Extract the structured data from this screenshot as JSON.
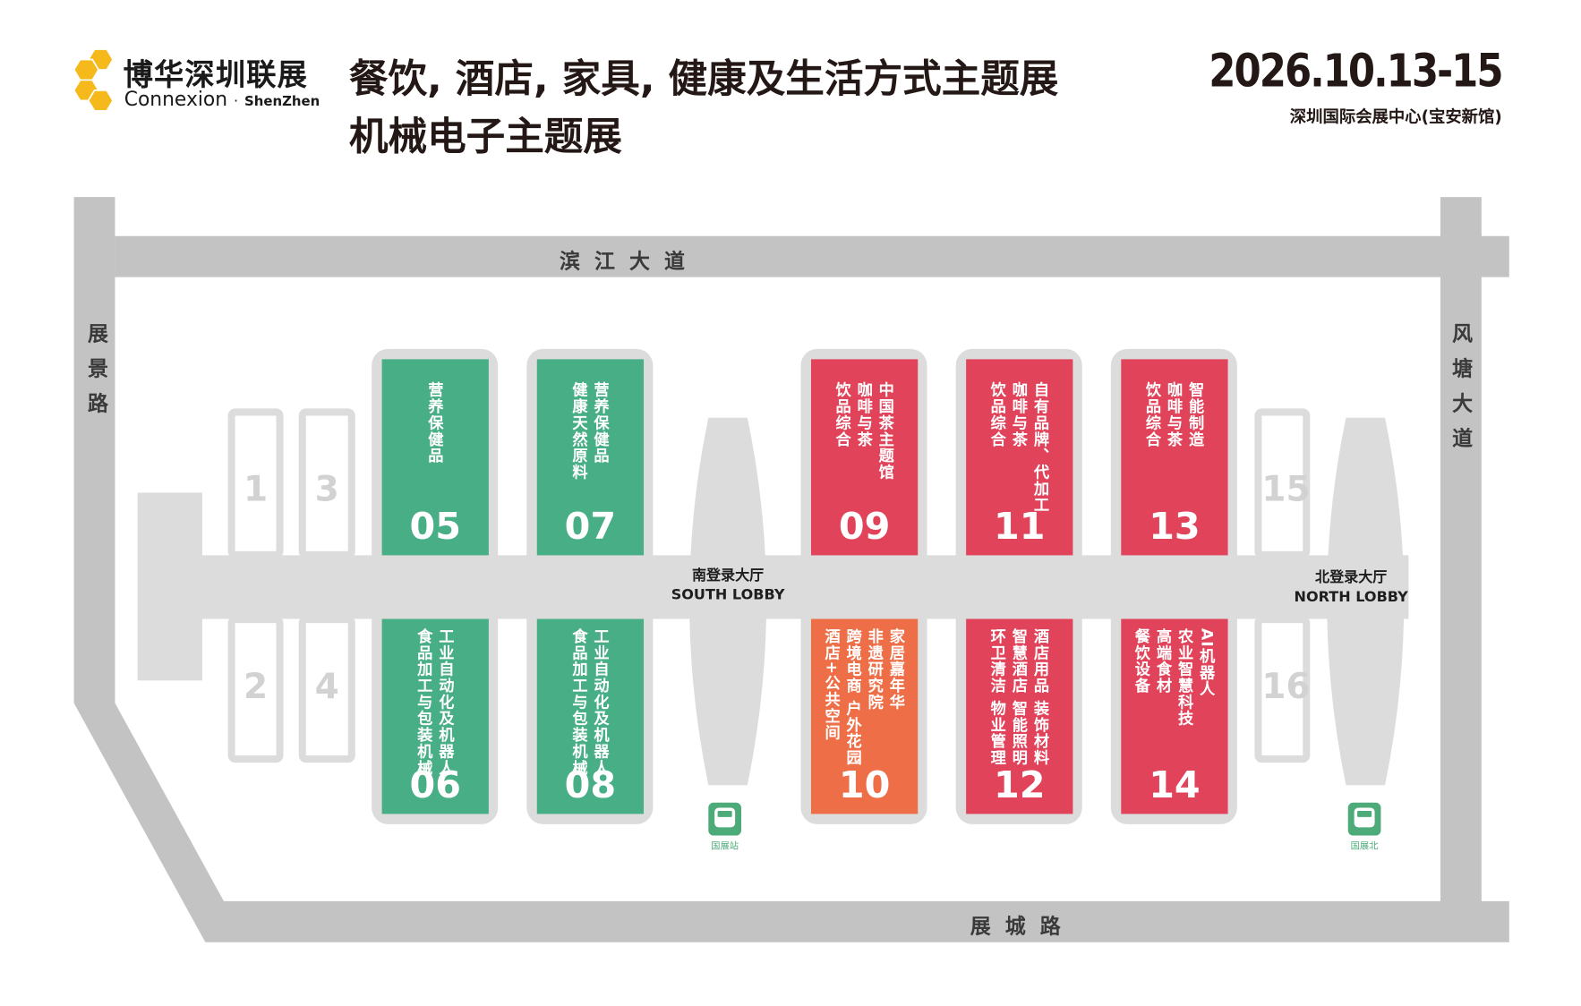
{
  "header": {
    "logo_cn": "博华深圳联展",
    "logo_en": "Connexion",
    "logo_sep": "·",
    "logo_city": "ShenZhen",
    "title_line1": "餐饮, 酒店, 家具, 健康及生活方式主题展",
    "title_line2": "机械电子主题展",
    "date": "2026.10.13-15",
    "venue": "深圳国际会展中心(宝安新馆)"
  },
  "roads": {
    "top": "滨江大道",
    "bottom": "展城路",
    "left": "展景路",
    "right": "风塘大道"
  },
  "lobbies": {
    "south_cn": "南登录大厅",
    "south_en": "SOUTH LOBBY",
    "north_cn": "北登录大厅",
    "north_en": "NORTH LOBBY"
  },
  "stations": {
    "south": "国展站",
    "north": "国展北"
  },
  "small_halls": [
    "1",
    "2",
    "3",
    "4",
    "15",
    "16"
  ],
  "colors": {
    "green": "#47ae86",
    "red": "#e0435a",
    "orange": "#ed6e47",
    "road": "#c3c3c3",
    "floor": "#dcdcdc"
  },
  "halls": [
    {
      "number": "05",
      "color": "#47ae86",
      "lines": [
        "营养保健品"
      ]
    },
    {
      "number": "06",
      "color": "#47ae86",
      "lines": [
        "工业自动化及机器人",
        "食品加工与包装机械"
      ]
    },
    {
      "number": "07",
      "color": "#47ae86",
      "lines": [
        "营养保健品",
        "健康天然原料"
      ]
    },
    {
      "number": "08",
      "color": "#47ae86",
      "lines": [
        "工业自动化及机器人",
        "食品加工与包装机械"
      ]
    },
    {
      "number": "09",
      "color": "#e0435a",
      "lines": [
        "中国茶主题馆",
        "咖啡与茶",
        "饮品综合"
      ]
    },
    {
      "number": "10",
      "color": "#ed6e47",
      "lines": [
        "家居嘉年华",
        "非遗研究院",
        "跨境电商 户外花园",
        "酒店+公共空间"
      ]
    },
    {
      "number": "11",
      "color": "#e0435a",
      "lines": [
        "自有品牌、代加工",
        "咖啡与茶",
        "饮品综合"
      ]
    },
    {
      "number": "12",
      "color": "#e0435a",
      "lines": [
        "酒店用品 装饰材料",
        "智慧酒店 智能照明",
        "环卫清洁 物业管理"
      ]
    },
    {
      "number": "13",
      "color": "#e0435a",
      "lines": [
        "智能制造",
        "咖啡与茶",
        "饮品综合"
      ]
    },
    {
      "number": "14",
      "color": "#e0435a",
      "lines": [
        "AI机器人",
        "农业智慧科技",
        "高端食材",
        "餐饮设备"
      ]
    }
  ]
}
